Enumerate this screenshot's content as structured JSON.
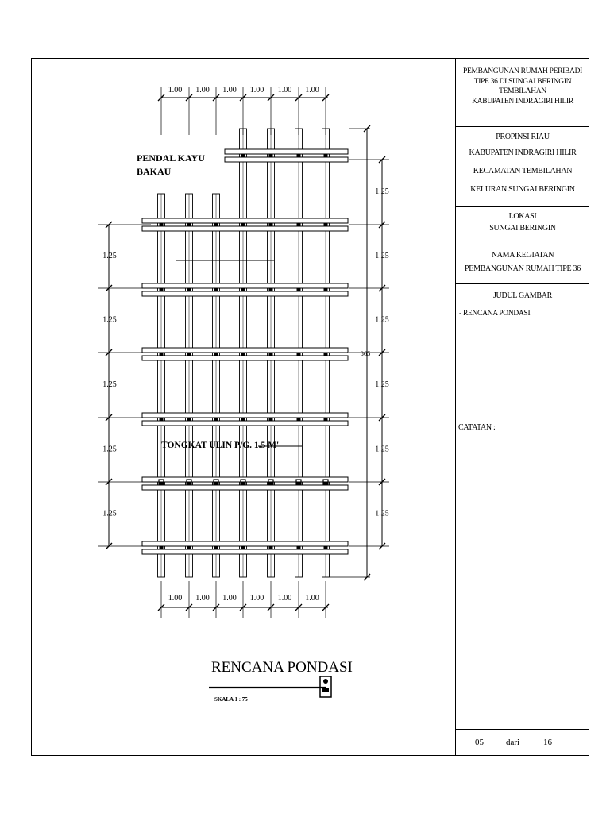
{
  "title_block": {
    "project": [
      "PEMBANGUNAN RUMAH PERIBADI",
      "TIPE 36 DI SUNGAI BERINGIN",
      "TEMBILAHAN",
      "KABUPATEN INDRAGIRI HILIR"
    ],
    "region": [
      "PROPINSI RIAU",
      "KABUPATEN INDRAGIRI HILIR",
      "KECAMATAN TEMBILAHAN",
      "KELURAN SUNGAI BERINGIN"
    ],
    "location_label": "LOKASI",
    "location_value": "SUNGAI BERINGIN",
    "activity_label": "NAMA KEGIATAN",
    "activity_value": "PEMBANGUNAN RUMAH TIPE 36",
    "drawing_label": "JUDUL GAMBAR",
    "drawing_item": "- RENCANA PONDASI",
    "notes_label": "CATATAN :",
    "sheet_number": "05",
    "sheet_of": "dari",
    "sheet_total": "16"
  },
  "plan": {
    "title": "RENCANA PONDASI",
    "scale": "SKALA 1 : 75",
    "label_pendal": [
      "PENDAL KAYU",
      "BAKAU"
    ],
    "label_tongkat": "TONGKAT ULIN P/G. 1.5 M'",
    "overall_dim": "865",
    "top_dims": [
      "1.00",
      "1.00",
      "1.00",
      "1.00",
      "1.00",
      "1.00"
    ],
    "bottom_dims": [
      "1.00",
      "1.00",
      "1.00",
      "1.00",
      "1.00",
      "1.00"
    ],
    "left_dims": [
      "1.25",
      "1.25",
      "1.25",
      "1.25",
      "1.25"
    ],
    "right_dims": [
      "1.25",
      "1.25",
      "1.25",
      "1.25",
      "1.25",
      "1.25"
    ]
  }
}
